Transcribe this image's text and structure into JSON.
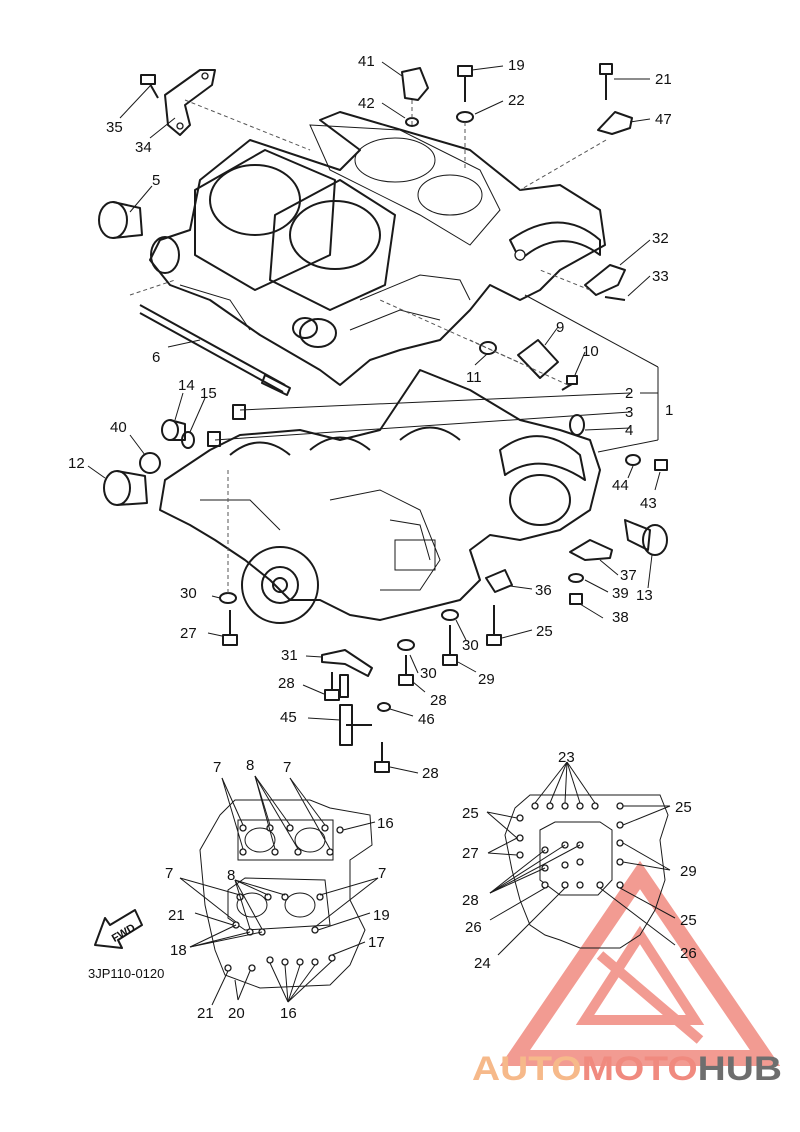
{
  "diagram": {
    "part_code": "3JP110-0120",
    "fwd_label": "FWD",
    "callouts": [
      "1",
      "2",
      "3",
      "4",
      "5",
      "6",
      "7",
      "8",
      "9",
      "10",
      "11",
      "12",
      "13",
      "14",
      "15",
      "16",
      "17",
      "18",
      "19",
      "20",
      "21",
      "22",
      "23",
      "24",
      "25",
      "26",
      "27",
      "28",
      "29",
      "30",
      "31",
      "32",
      "33",
      "34",
      "35",
      "36",
      "37",
      "38",
      "39",
      "40",
      "41",
      "42",
      "43",
      "44",
      "45",
      "46",
      "47"
    ]
  },
  "watermark": {
    "part1": "AUTO",
    "part2": "MOTO",
    "part3": "HUB",
    "colors": {
      "auto": "#f6b98a",
      "moto": "#f08a7f",
      "hub": "#6e6e6e",
      "triangle": "#f08a7f"
    }
  }
}
